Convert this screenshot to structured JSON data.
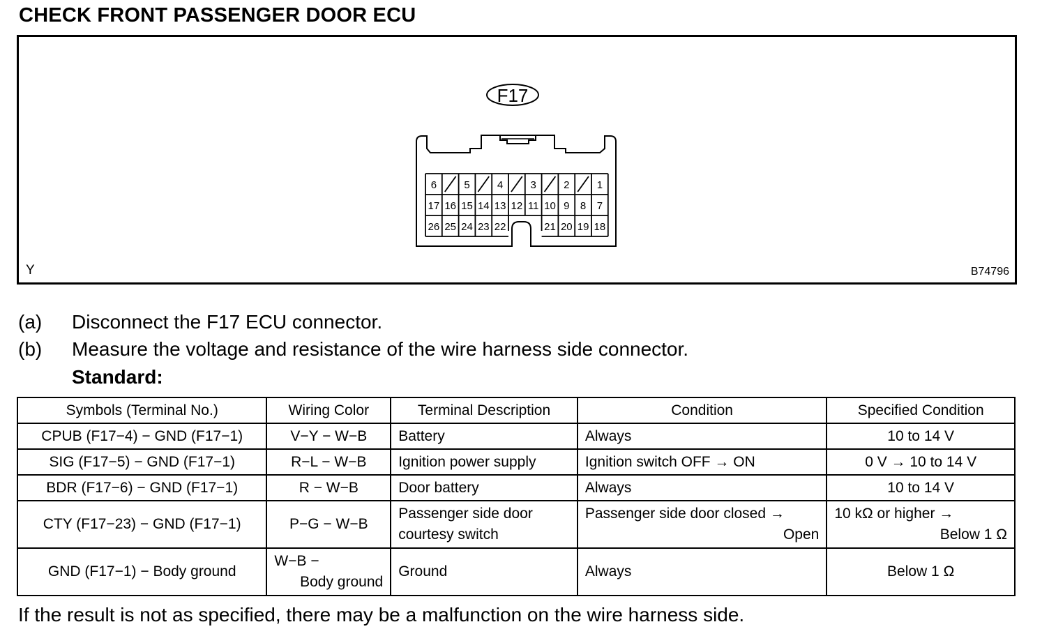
{
  "heading": "CHECK FRONT PASSENGER DOOR ECU",
  "figure": {
    "connector_label": "F17",
    "row1": [
      "6",
      "",
      "5",
      "",
      "4",
      "",
      "3",
      "",
      "2",
      "",
      "1"
    ],
    "row2": [
      "17",
      "16",
      "15",
      "14",
      "13",
      "12",
      "11",
      "10",
      "9",
      "8",
      "7"
    ],
    "row3": [
      "26",
      "25",
      "24",
      "23",
      "22",
      "",
      "",
      "21",
      "20",
      "19",
      "18"
    ],
    "corner_left": "Y",
    "corner_right": "B74796"
  },
  "steps": [
    {
      "label": "(a)",
      "text": "Disconnect the F17 ECU connector."
    },
    {
      "label": "(b)",
      "text": "Measure the voltage and resistance of the wire harness side connector."
    }
  ],
  "standard_label": "Standard:",
  "table": {
    "headers": [
      "Symbols (Terminal No.)",
      "Wiring Color",
      "Terminal Description",
      "Condition",
      "Specified Condition"
    ],
    "rows": [
      {
        "symbols": "CPUB (F17−4) − GND (F17−1)",
        "color": "V−Y − W−B",
        "desc": "Battery",
        "cond": "Always",
        "spec": "10 to 14 V"
      },
      {
        "symbols": "SIG (F17−5) − GND (F17−1)",
        "color": "R−L − W−B",
        "desc": "Ignition power supply",
        "cond": "Ignition switch OFF → ON",
        "spec": "0 V → 10 to 14 V"
      },
      {
        "symbols": "BDR (F17−6) − GND (F17−1)",
        "color": "R − W−B",
        "desc": "Door battery",
        "cond": "Always",
        "spec": "10 to 14 V"
      },
      {
        "symbols": "CTY (F17−23) − GND (F17−1)",
        "color": "P−G − W−B",
        "desc_1": "Passenger side door",
        "desc_2": "courtesy switch",
        "cond_1": "Passenger side door closed →",
        "cond_2": "Open",
        "spec_1": "10 kΩ or higher →",
        "spec_2": "Below 1 Ω"
      },
      {
        "symbols": "GND (F17−1) − Body ground",
        "color_1": "W−B −",
        "color_2": "Body ground",
        "desc": "Ground",
        "cond": "Always",
        "spec": "Below 1 Ω"
      }
    ]
  },
  "footer_note": "If the result is not as specified, there may be a malfunction on the wire harness side."
}
